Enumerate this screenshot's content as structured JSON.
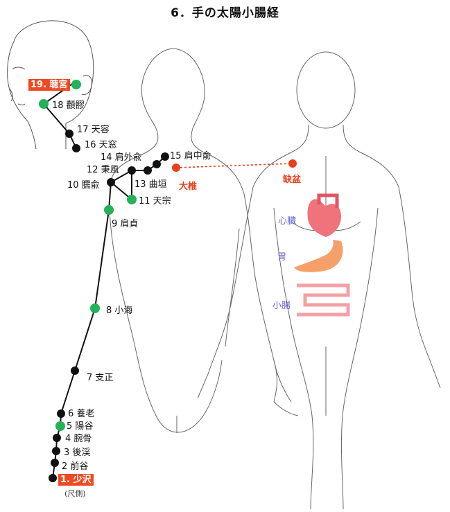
{
  "title": "6．手の太陽小腸経",
  "colors": {
    "meridian_line": "#111111",
    "point_black": "#111111",
    "point_green": "#22b25a",
    "highlight": "#ee4a22",
    "organ_label": "#6a64d6",
    "heart": "#f0727a",
    "stomach": "#f5a06a",
    "intestine": "#f5a0a6"
  },
  "points": {
    "p1": "1. 少沢",
    "p1_note": "(尺側)",
    "p2": "2 前谷",
    "p3": "3 後渓",
    "p4": "4 腕骨",
    "p5": "5 陽谷",
    "p6": "6 養老",
    "p7": "7 支正",
    "p8": "8 小海",
    "p9": "9 肩貞",
    "p10": "10 臑兪",
    "p11": "11 天宗",
    "p12": "12 秉風",
    "p13": "13 曲垣",
    "p14": "14 肩外兪",
    "p15": "15 肩中兪",
    "p16": "16 天窓",
    "p17": "17 天容",
    "p18": "18 顴髎",
    "p19": "19. 聴宮"
  },
  "other_points": {
    "dazhui": "大椎",
    "quepen": "缺盆"
  },
  "organs": {
    "heart": "心臓",
    "stomach": "胃",
    "small_intestine": "小腸"
  }
}
